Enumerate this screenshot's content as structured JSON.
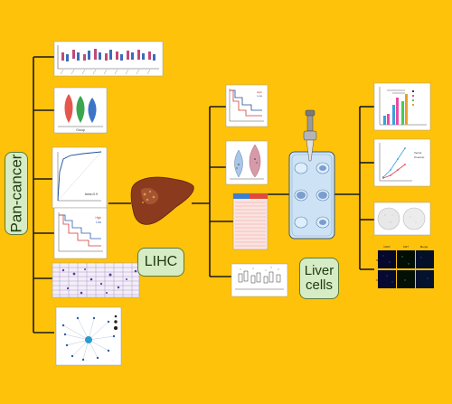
{
  "labels": {
    "pan_cancer": "Pan-cancer",
    "lihc": "LIHC",
    "liver_line1": "Liver",
    "liver_line2": "cells"
  },
  "panel_text": {
    "roc_area": "Area=0.9",
    "km_high": "High",
    "km_low": "Low",
    "violin_group": "Group",
    "growth_legend_1": "Vector",
    "growth_legend_2": "Overexp",
    "if_col1": "DAPI",
    "if_col2": "Ki67",
    "if_col3": "Merge",
    "if_row1": "NC",
    "if_row2": "OE"
  },
  "colors": {
    "background": "#ffc20a",
    "line": "#1a1a1a",
    "label_fill": "#d6ecc4",
    "liver": "#8b3a1e",
    "dish": "#cde3f5",
    "well": "#6a8fc9"
  }
}
